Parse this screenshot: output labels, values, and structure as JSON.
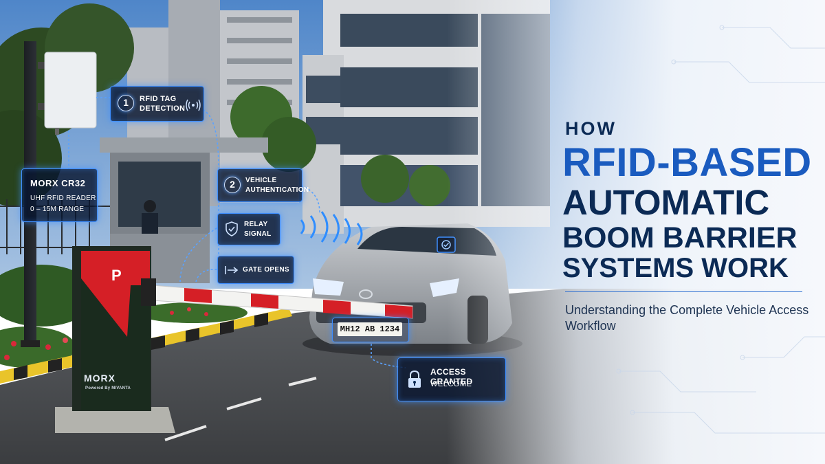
{
  "title": {
    "line0": "HOW",
    "line1": "RFID-BASED",
    "line2": "AUTOMATIC",
    "line3": "BOOM BARRIER",
    "line4": "SYSTEMS WORK",
    "subtitle": "Understanding the Complete Vehicle Access Workflow"
  },
  "reader": {
    "name": "MORX CR32",
    "type": "UHF RFID READER",
    "range": "0 – 15M RANGE"
  },
  "steps": [
    {
      "number": "1",
      "label_a": "RFID TAG",
      "label_b": "DETECTION",
      "icon": "wireless-signal-icon"
    },
    {
      "number": "2",
      "label_a": "VEHICLE",
      "label_b": "AUTHENTICATION",
      "icon": ""
    },
    {
      "number": "",
      "label_a": "RELAY",
      "label_b": "SIGNAL",
      "icon": "shield-check-icon"
    },
    {
      "number": "",
      "label_a": "GATE OPENS",
      "label_b": "",
      "icon": "arrow-gate-icon"
    }
  ],
  "plate": "MH12 AB 1234",
  "access": {
    "line1": "ACCESS GRANTED",
    "line2": "WELCOME",
    "icon": "padlock-icon"
  },
  "barrier": {
    "logo_letter": "P",
    "brand": "MORX",
    "powered": "Powered By MIVANTA"
  },
  "colors": {
    "accent": "#1a5bbf",
    "navy": "#0b2a55",
    "glow": "#3f8fff",
    "barrier_red": "#d51f26"
  }
}
